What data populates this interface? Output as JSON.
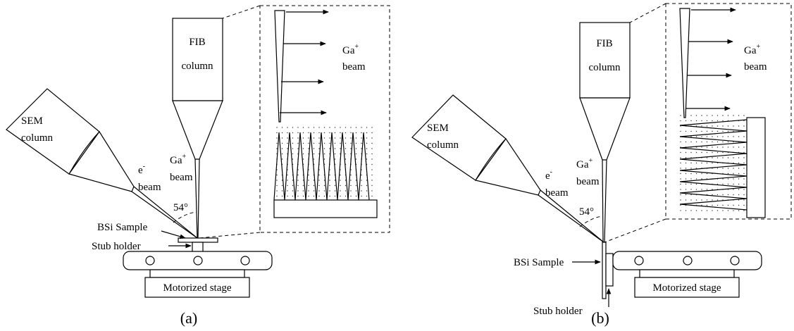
{
  "panel_a": {
    "fib_line1": "FIB",
    "fib_line2": "column",
    "sem_line1": "SEM",
    "sem_line2": "column",
    "electron_base": "e",
    "electron_sup": "-",
    "electron_beam": "beam",
    "ga_base": "Ga",
    "ga_sup": "+",
    "ga_beam": "beam",
    "angle": "54°",
    "sample_label": "BSi Sample",
    "stub_label": "Stub holder",
    "stage_label": "Motorized stage",
    "inset_ga_base": "Ga",
    "inset_ga_sup": "+",
    "inset_beam": "beam",
    "caption": "(a)"
  },
  "panel_b": {
    "fib_line1": "FIB",
    "fib_line2": "column",
    "sem_line1": "SEM",
    "sem_line2": "column",
    "electron_base": "e",
    "electron_sup": "-",
    "electron_beam": "beam",
    "ga_base": "Ga",
    "ga_sup": "+",
    "ga_beam": "beam",
    "angle": "54°",
    "sample_label": "BSi Sample",
    "stub_label": "Stub holder",
    "stage_label": "Motorized stage",
    "inset_ga_base": "Ga",
    "inset_ga_sup": "+",
    "inset_beam": "beam",
    "caption": "(b)"
  }
}
